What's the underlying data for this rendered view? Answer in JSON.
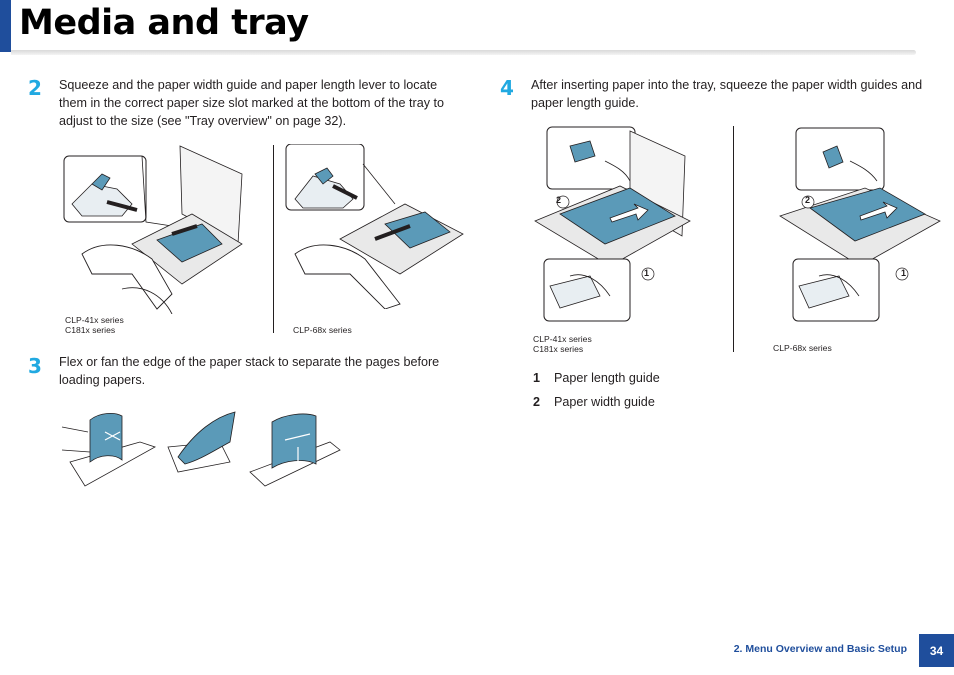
{
  "header": {
    "title": "Media and tray"
  },
  "steps": [
    {
      "number": "2",
      "lines": [
        "Squeeze and the paper width guide and paper length lever to locate",
        "them in the correct paper size slot marked at the bottom of the tray to",
        "adjust to the size (see \"Tray overview\" on page 32)."
      ]
    },
    {
      "number": "3",
      "lines": [
        "Flex or fan the edge of the paper stack to separate the pages before",
        "loading papers."
      ]
    },
    {
      "number": "4",
      "lines": [
        "After inserting paper into the tray, squeeze the paper width guides and",
        "paper length guide."
      ]
    }
  ],
  "captions": {
    "step2_left": [
      "CLP-41x series",
      "C181x series"
    ],
    "step2_right": "CLP-68x series",
    "step4_left": [
      "CLP-41x series",
      "C181x series"
    ],
    "step4_right": "CLP-68x series"
  },
  "callouts": {
    "one": "1",
    "two": "2"
  },
  "legend": [
    {
      "num": "1",
      "label": "Paper length guide"
    },
    {
      "num": "2",
      "label": "Paper width guide"
    }
  ],
  "footer": {
    "section": "2.  Menu Overview and Basic Setup",
    "page": "34"
  },
  "colors": {
    "accent": "#1f4e9c",
    "step_number": "#21a9e1",
    "paper_blue": "#5b9ab8"
  }
}
